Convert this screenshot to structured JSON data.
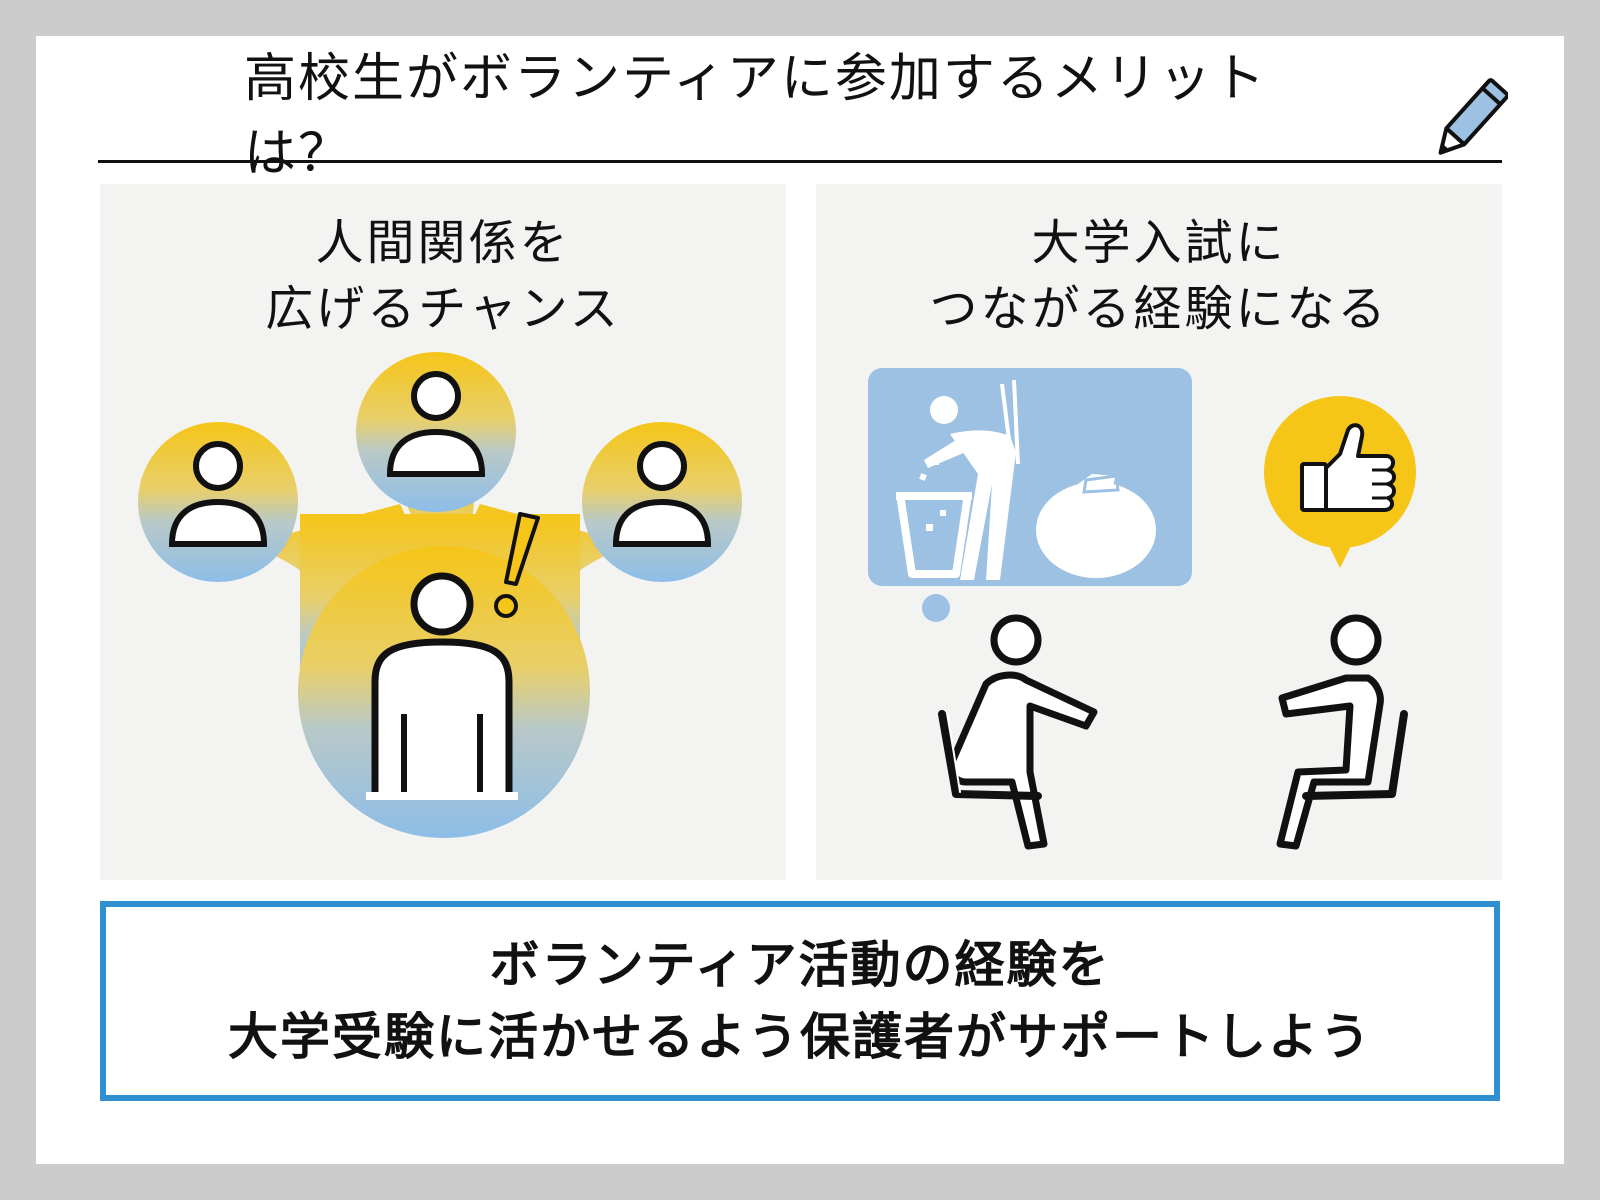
{
  "title": "高校生がボランティアに参加するメリットは？",
  "panels": [
    {
      "heading_lines": [
        "人間関係を",
        "広げるチャンス"
      ],
      "icons": [
        "person-icon",
        "exclamation-icon"
      ]
    },
    {
      "heading_lines": [
        "大学入試に",
        "つながる経験になる"
      ],
      "icons": [
        "trash-cleanup-icon",
        "thumbs-up-icon",
        "seated-person-icon"
      ]
    }
  ],
  "summary": {
    "lines": [
      "ボランティア活動の経験を",
      "大学受験に活かせるよう保護者がサポートしよう"
    ]
  },
  "colors": {
    "background": "#cccccc",
    "panel": "#f3f4f2",
    "accent_yellow": "#f5c518",
    "accent_blue": "#9cc1e2",
    "border_blue": "#2f8fd0",
    "ink": "#111111"
  }
}
